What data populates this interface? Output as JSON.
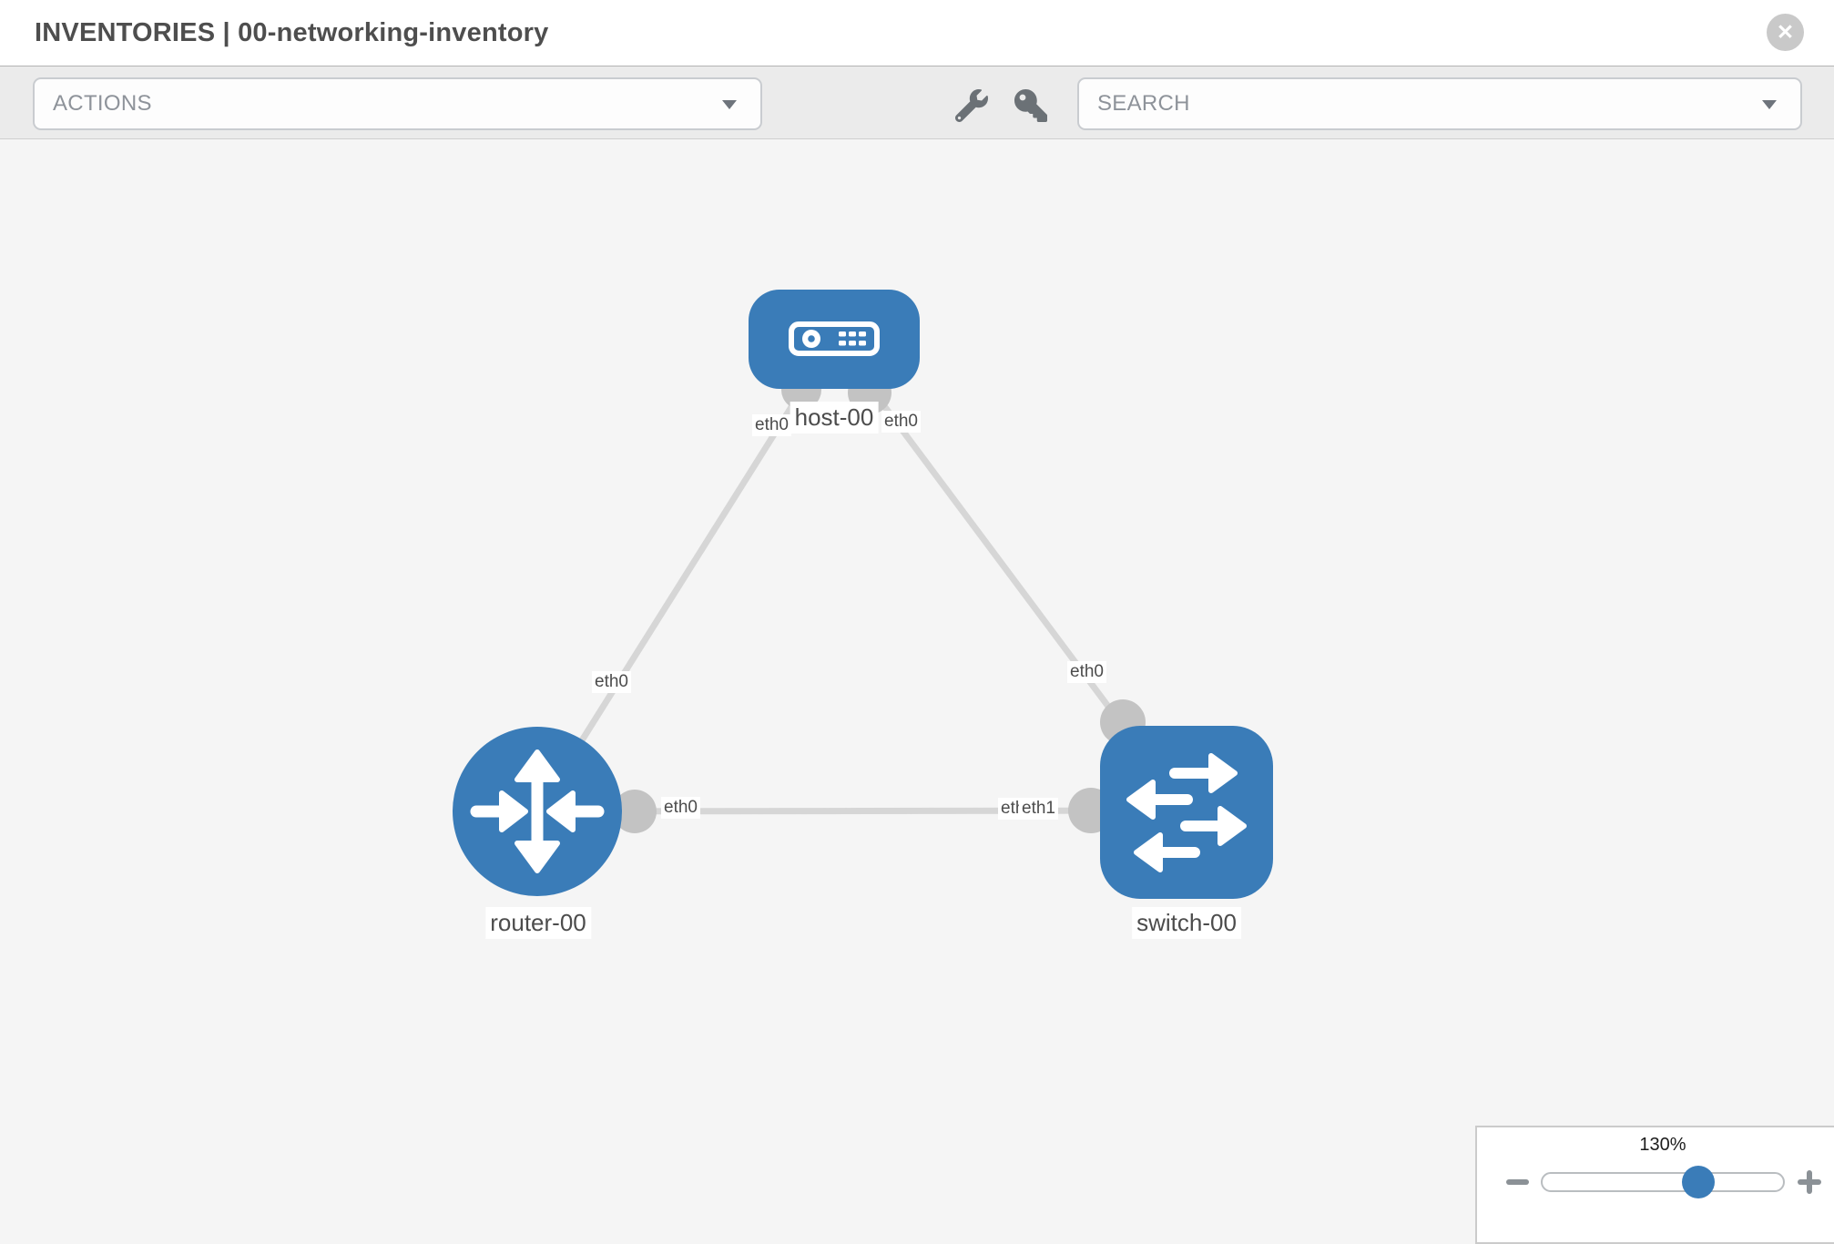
{
  "header": {
    "title": "INVENTORIES | 00-networking-inventory",
    "close_label": "✕"
  },
  "toolbar": {
    "actions_label": "ACTIONS",
    "search_label": "SEARCH",
    "icons": [
      "wrench-icon",
      "key-icon"
    ]
  },
  "topology": {
    "nodes": [
      {
        "id": "host-00",
        "label": "host-00",
        "type": "host"
      },
      {
        "id": "router-00",
        "label": "router-00",
        "type": "router"
      },
      {
        "id": "switch-00",
        "label": "switch-00",
        "type": "switch"
      }
    ],
    "links": [
      {
        "from": "host-00",
        "from_if": "eth0",
        "to": "router-00",
        "to_if": "eth0"
      },
      {
        "from": "host-00",
        "from_if": "eth0",
        "to": "switch-00",
        "to_if": "eth0"
      },
      {
        "from": "router-00",
        "from_if": "eth0",
        "to": "switch-00",
        "to_if": "eth1"
      }
    ]
  },
  "zoom": {
    "level_label": "130%",
    "percent": 130
  },
  "colors": {
    "node_blue": "#3a7cb8",
    "link_gray": "#d6d6d6",
    "interface_gray": "#c3c3c3",
    "toolbar_gray": "#ebebeb",
    "canvas_gray": "#f5f5f5",
    "text_dark": "#4e4e4e"
  }
}
